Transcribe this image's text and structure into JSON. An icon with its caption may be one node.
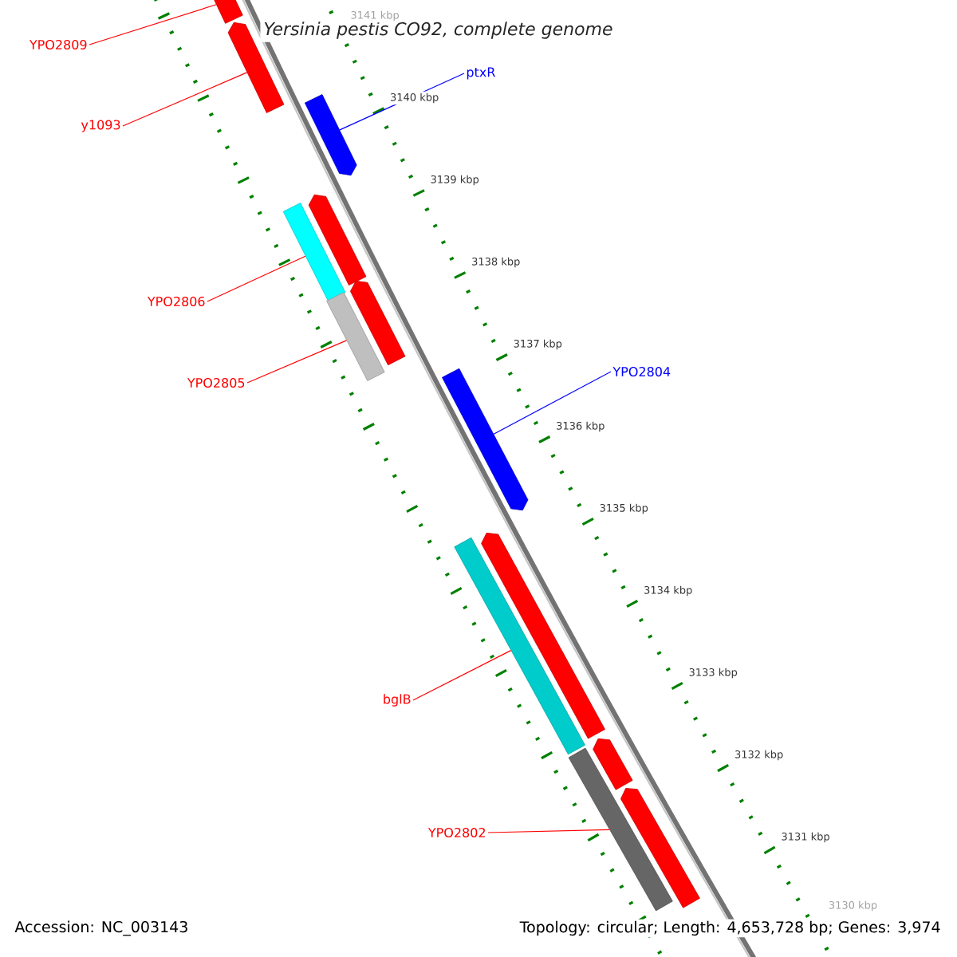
{
  "diagram": {
    "title": "Yersinia pestis CO92, complete genome",
    "nodes": [
      {
        "text": [
          "YPO2809"
        ]
      },
      {
        "text": [
          "y1093"
        ]
      },
      {
        "text": [
          "ptxR"
        ]
      },
      {
        "text": [
          "YPO2806"
        ]
      },
      {
        "text": [
          "YPO2805"
        ]
      },
      {
        "text": [
          "YPO2804"
        ]
      },
      {
        "text": [
          "bglB"
        ]
      },
      {
        "text": [
          "YPO2802"
        ]
      },
      {
        "text": [],
        "shape": "bar"
      },
      {
        "text": [],
        "shape": "bar"
      },
      {
        "text": [],
        "shape": "bar"
      },
      {
        "text": [],
        "shape": "bar"
      },
      {
        "text": [],
        "shape": "box"
      },
      {
        "text": [],
        "shape": "bar"
      },
      {
        "text": [],
        "shape": "box"
      },
      {
        "text": [],
        "shape": "bar"
      },
      {
        "text": [],
        "shape": "bar"
      },
      {
        "text": [],
        "shape": "box"
      },
      {
        "text": [],
        "shape": "bar"
      },
      {
        "text": [],
        "shape": "box"
      },
      {
        "text": [],
        "shape": "bar"
      }
    ],
    "edges": [
      {
        "from": 0,
        "to": 8,
        "arrow": "none"
      },
      {
        "from": 1,
        "to": 9,
        "arrow": "none"
      },
      {
        "from": 2,
        "to": 10,
        "arrow": "none",
        "color": "#0000ff"
      },
      {
        "from": 3,
        "to": 12,
        "arrow": "none"
      },
      {
        "from": 4,
        "to": 14,
        "arrow": "none"
      },
      {
        "from": 5,
        "to": 15,
        "arrow": "none",
        "color": "#0000ff"
      },
      {
        "from": 6,
        "to": 17,
        "arrow": "none"
      },
      {
        "from": 7,
        "to": 19,
        "arrow": "none"
      }
    ],
    "labels": [
      "3141 kbp",
      "3140 kbp",
      "3139 kbp",
      "3138 kbp",
      "3137 kbp",
      "3136 kbp",
      "3135 kbp",
      "3134 kbp",
      "3133 kbp",
      "3132 kbp",
      "3131 kbp",
      "3130 kbp",
      "Accession: NC_003143",
      "Topology: circular; Length: 4,653,728 bp; Genes: 3,974"
    ]
  }
}
